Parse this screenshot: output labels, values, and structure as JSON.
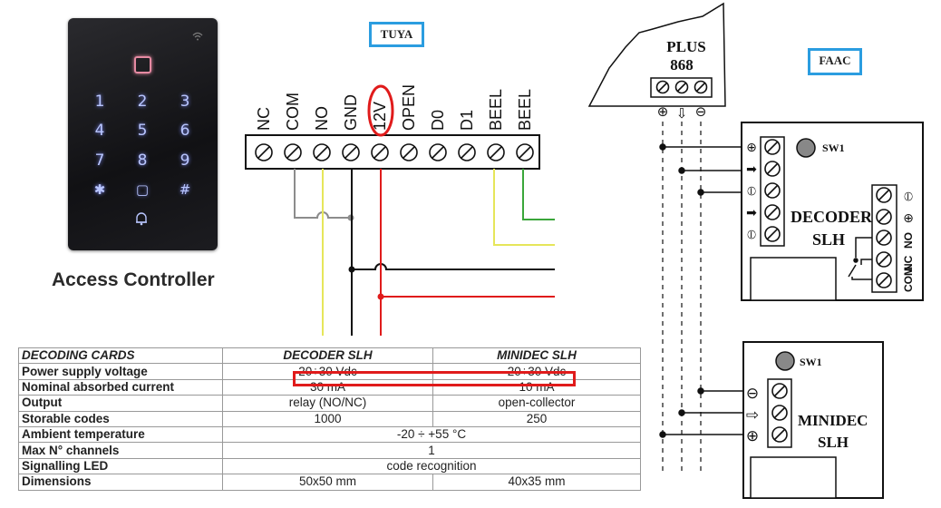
{
  "device": {
    "caption": "Access Controller",
    "keys": [
      "1",
      "2",
      "3",
      "4",
      "5",
      "6",
      "7",
      "8",
      "9",
      "✱",
      "▢",
      "#"
    ],
    "icons": [
      "card-reader-icon",
      "bell-icon",
      "wifi-icon"
    ]
  },
  "tuya": {
    "label": "TUYA",
    "terminals": [
      "NC",
      "COM",
      "NO",
      "GND",
      "12V",
      "OPEN",
      "D0",
      "D1",
      "BEEL",
      "BEEL"
    ],
    "highlighted_terminal": "12V"
  },
  "faac": {
    "label": "FAAC",
    "receiver": {
      "line1": "PLUS",
      "line2": "868",
      "polarity": [
        "⊕",
        "⇩",
        "⊖"
      ]
    },
    "decoder": {
      "line1": "DECODER",
      "line2": "SLH",
      "sw_label": "SW1",
      "relay_labels": [
        "COM",
        "NC",
        "NO"
      ],
      "left_symbols": [
        "⊕",
        "➡",
        "⦶",
        "➡",
        "⦶"
      ],
      "right_symbols": [
        "⦶",
        "⊕"
      ]
    },
    "minidec": {
      "line1": "MINIDEC",
      "line2": "SLH",
      "sw_label": "SW1",
      "left_symbols": [
        "⊖",
        "⇨",
        "⊕"
      ]
    }
  },
  "colors": {
    "highlight": "#e01b1b",
    "label_border": "#2b9de0",
    "wire_red": "#e01b1b",
    "wire_yellow": "#e6e65a",
    "wire_green": "#3aa63a",
    "wire_gray": "#8c8c8c",
    "wire_black": "#111111"
  },
  "spec_table": {
    "headers": [
      "DECODING CARDS",
      "DECODER SLH",
      "MINIDEC SLH"
    ],
    "rows": [
      {
        "label": "Power supply voltage",
        "decoder": "20÷30 Vdc",
        "minidec": "20÷30 Vdc"
      },
      {
        "label": "Nominal absorbed current",
        "decoder": "30 mA",
        "minidec": "10 mA"
      },
      {
        "label": "Output",
        "decoder": "relay (NO/NC)",
        "minidec": "open-collector"
      },
      {
        "label": "Storable codes",
        "decoder": "1000",
        "minidec": "250"
      },
      {
        "label": "Ambient temperature",
        "shared": "-20 ÷ +55 °C"
      },
      {
        "label": "Max N° channels",
        "shared": "1"
      },
      {
        "label": "Signalling LED",
        "shared": "code recognition"
      },
      {
        "label": "Dimensions",
        "decoder": "50x50 mm",
        "minidec": "40x35 mm"
      }
    ],
    "highlighted_row": "Power supply voltage"
  }
}
